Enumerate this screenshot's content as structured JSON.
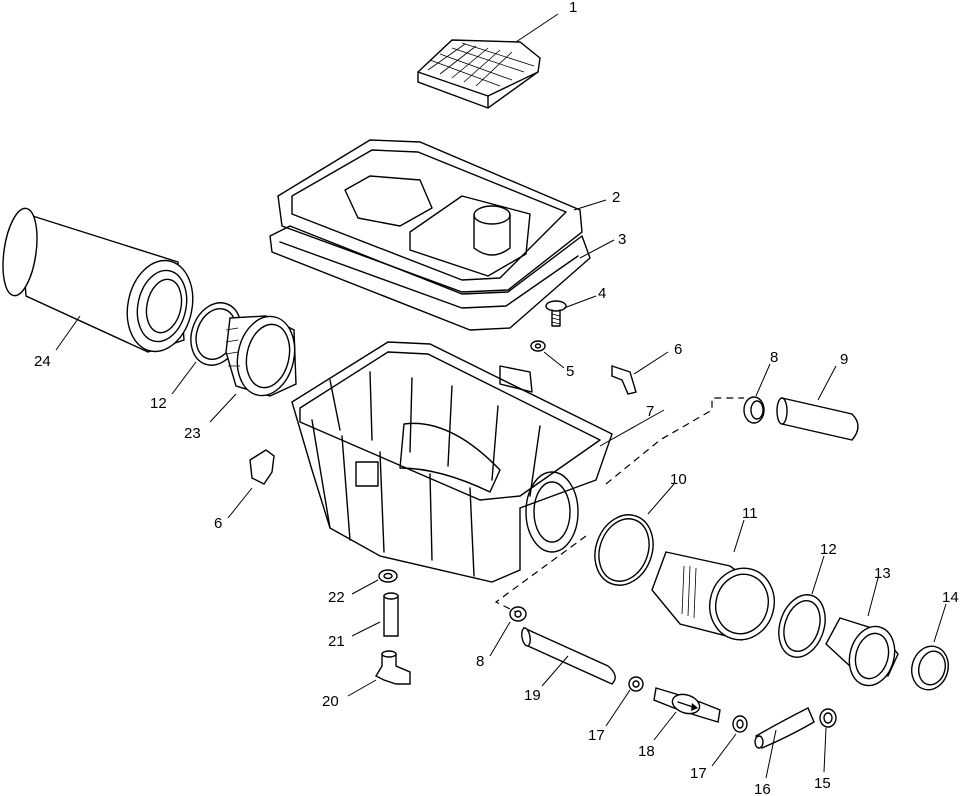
{
  "diagram": {
    "labels": [
      "1",
      "2",
      "3",
      "4",
      "5",
      "6",
      "6",
      "7",
      "8",
      "8",
      "9",
      "10",
      "11",
      "12",
      "12",
      "13",
      "14",
      "15",
      "16",
      "17",
      "17",
      "18",
      "19",
      "20",
      "21",
      "22",
      "23",
      "24"
    ]
  }
}
